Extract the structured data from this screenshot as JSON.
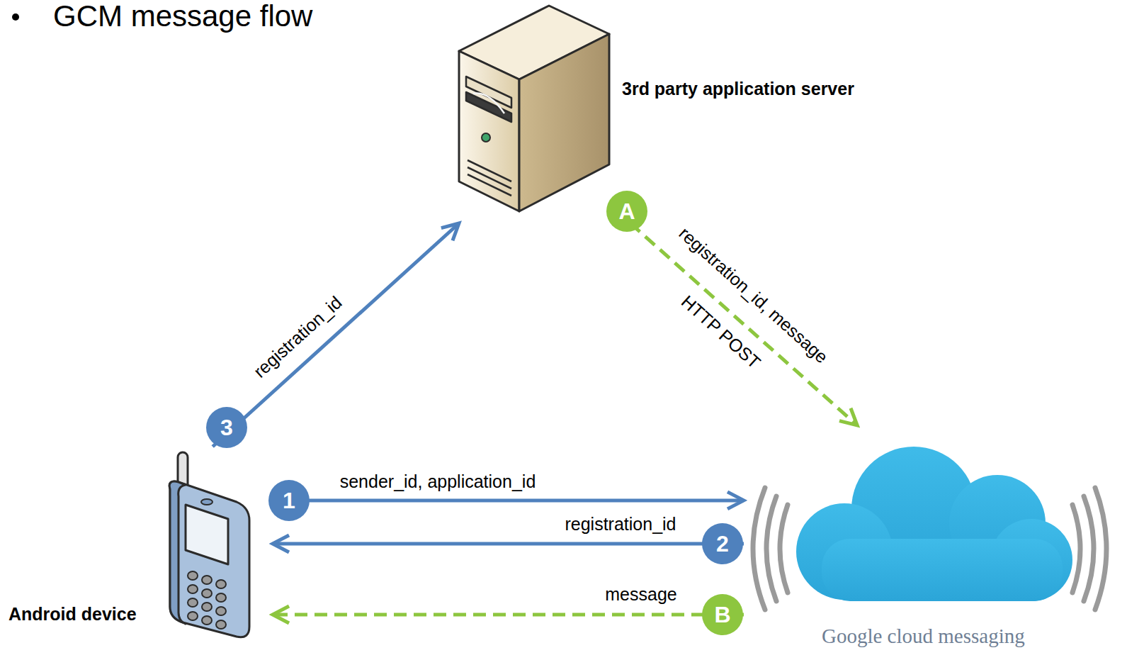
{
  "diagram": {
    "title": "GCM message flow",
    "nodes": [
      {
        "text": [
          "3rd party application server"
        ]
      },
      {
        "text": [
          "Android device"
        ]
      },
      {
        "text": [
          "Google cloud messaging"
        ]
      }
    ],
    "edges": [
      {
        "from": 1,
        "to": 2,
        "arrow": "to",
        "label": "sender_id, application_id"
      },
      {
        "from": 2,
        "to": 1,
        "arrow": "to",
        "label": "registration_id"
      },
      {
        "from": 1,
        "to": 0,
        "arrow": "to",
        "label": "registration_id"
      },
      {
        "from": 0,
        "to": 2,
        "arrow": "to",
        "label": "registration_id, message"
      },
      {
        "from": 2,
        "to": 1,
        "arrow": "to",
        "label": "message"
      }
    ],
    "labels": [
      "1",
      "2",
      "3",
      "A",
      "B",
      "HTTP POST"
    ]
  }
}
